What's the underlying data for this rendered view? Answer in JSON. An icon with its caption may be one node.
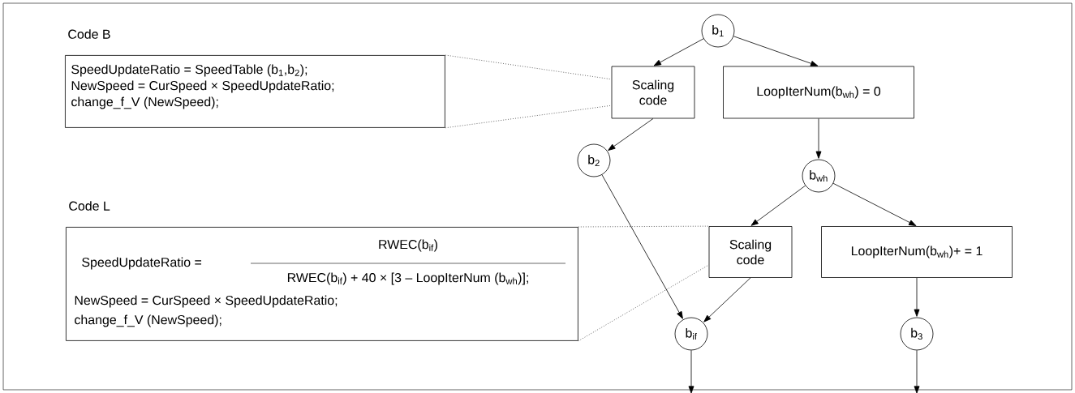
{
  "diagram": {
    "nodes": [
      {
        "text": [
          "Code B",
          "SpeedUpdateRatio = SpeedTable (b$_{1}$,b$_{2}$);",
          "NewSpeed = CurSpeed × SpeedUpdateRatio;",
          "change_f_V (NewSpeed);"
        ]
      },
      {
        "text": [
          "b$_{1}$"
        ]
      },
      {
        "text": [
          "Scaling code"
        ]
      },
      {
        "text": [
          "LoopIterNum(b$_{wh}$) = 0"
        ]
      },
      {
        "text": [
          "b$_{2}$"
        ]
      },
      {
        "text": [
          "b$_{wh}$"
        ]
      },
      {
        "text": [
          "Code L",
          "SpeedUpdateRatio =",
          "RWEC(b$_{if}$)",
          "RWEC(b$_{if}$) + 40 × [3 – LoopIterNum (b$_{wh}$)];",
          "NewSpeed = CurSpeed × SpeedUpdateRatio;",
          "change_f_V (NewSpeed);"
        ]
      },
      {
        "text": [
          "Scaling code"
        ]
      },
      {
        "text": [
          "LoopIterNum(b$_{wh}$)+ = 1"
        ]
      },
      {
        "text": [
          "b$_{if}$"
        ]
      },
      {
        "text": [
          "b$_{3}$"
        ]
      }
    ],
    "edges": [
      {
        "from": 1,
        "to": 2,
        "arrow": "to"
      },
      {
        "from": 1,
        "to": 3,
        "arrow": "to"
      },
      {
        "from": 2,
        "to": 4,
        "arrow": "to"
      },
      {
        "from": 3,
        "to": 5,
        "arrow": "to"
      },
      {
        "from": 4,
        "to": 9,
        "arrow": "to"
      },
      {
        "from": 5,
        "to": 7,
        "arrow": "to"
      },
      {
        "from": 5,
        "to": 8,
        "arrow": "to"
      },
      {
        "from": 7,
        "to": 9,
        "arrow": "to"
      },
      {
        "from": 8,
        "to": 10,
        "arrow": "to"
      },
      {
        "from": 9,
        "to": null,
        "arrow": "to"
      },
      {
        "from": 10,
        "to": null,
        "arrow": "to"
      },
      {
        "from": 0,
        "to": 2,
        "arrow": "none",
        "style": "dashed"
      },
      {
        "from": 0,
        "to": 2,
        "arrow": "none",
        "style": "dashed"
      },
      {
        "from": 6,
        "to": 7,
        "arrow": "none",
        "style": "dashed"
      },
      {
        "from": 6,
        "to": 7,
        "arrow": "none",
        "style": "dashed"
      }
    ]
  }
}
